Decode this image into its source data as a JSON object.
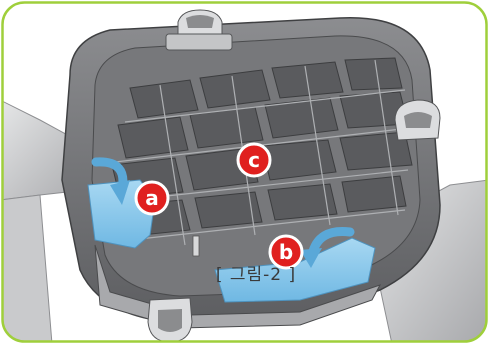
{
  "figure": {
    "caption": "[ 그림-2 ]",
    "callouts": [
      {
        "id": "a",
        "label": "a"
      },
      {
        "id": "b",
        "label": "b"
      },
      {
        "id": "c",
        "label": "c"
      }
    ],
    "colors": {
      "frame_border": "#9fcf3b",
      "callout_fill": "#e0201f",
      "water_highlight": "#8cc8ea",
      "body_gray": "#5f6062",
      "panel_gray": "#b9babc"
    }
  }
}
